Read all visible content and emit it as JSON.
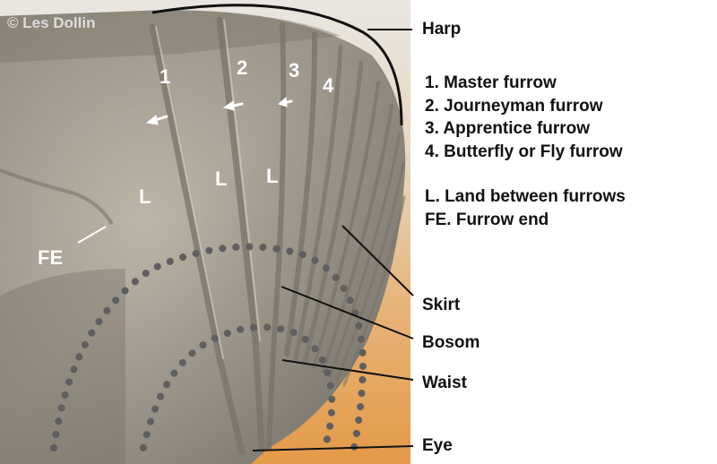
{
  "copyright": "© Les Dollin",
  "photo_labels": {
    "furrow_numbers": [
      "1",
      "2",
      "3",
      "4"
    ],
    "land": [
      "L",
      "L",
      "L"
    ],
    "furrow_end": "FE"
  },
  "callouts": {
    "harp": "Harp",
    "skirt": "Skirt",
    "bosom": "Bosom",
    "waist": "Waist",
    "eye": "Eye"
  },
  "legend": {
    "items": [
      "1.   Master furrow",
      "2.  Journeyman furrow",
      "3.  Apprentice furrow",
      "4.  Butterfly or Fly furrow"
    ],
    "extras": [
      "L.  Land between furrows",
      "FE. Furrow end"
    ]
  }
}
